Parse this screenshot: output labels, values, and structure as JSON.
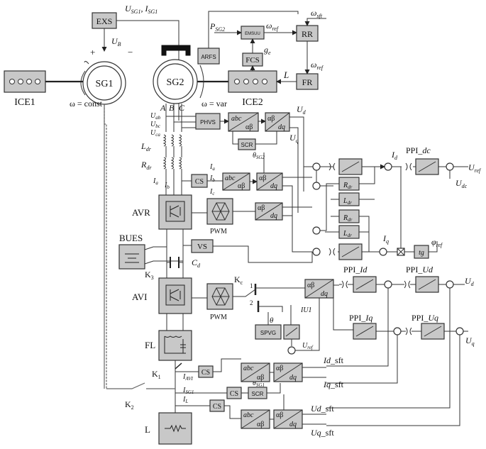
{
  "title_label": "U_SG1, I_SG1",
  "labels": {
    "usg1": "U",
    "usg1_sub": "SG1",
    "isg1": "I",
    "isg1_sub": "SG1",
    "exs": "EXS",
    "ub": "U",
    "ub_sub": "B",
    "plus": "+",
    "minus": "−",
    "sg1": "SG1",
    "sg2": "SG2",
    "ice1": "ICE1",
    "ice2": "ICE2",
    "omega_const": "ω = const",
    "omega_var": "ω = var",
    "psg2": "P",
    "psg2_sub": "SG2",
    "emsuu": "EMSUU",
    "omega_ref1": "ω",
    "omega_ref1_sub": "ref",
    "omega_sft": "ω",
    "omega_sft_sub": "sft",
    "rr": "RR",
    "fr": "FR",
    "omega_ref2": "ω",
    "omega_ref2_sub": "ref",
    "fcs": "FCS",
    "ge": "g",
    "ge_sub": "e",
    "arfs": "ARFS",
    "L_label": "L",
    "phvs": "PHVS",
    "scr_top": "SCR",
    "cs_mid": "CS",
    "abc_ab": "abc",
    "alpha_beta": "αβ",
    "dq": "dq",
    "ud": "U",
    "ud_sub": "d",
    "uq": "U",
    "uq_sub": "q",
    "theta_sg2": "θ",
    "theta_sg2_sub": "SG2",
    "id": "I",
    "id_sub": "d",
    "iq": "I",
    "iq_sub": "q",
    "ppi_dc": "PPI_",
    "ppi_dc_italic": "dc",
    "uref": "U",
    "uref_sub": "ref",
    "udc": "U",
    "udc_sub": "dc",
    "rdr": "R",
    "rdr_sub": "dr",
    "ldr": "L",
    "ldr_sub": "dr",
    "phi_ref": "φ",
    "phi_ref_sub": "ref",
    "tg": "tg",
    "A": "A",
    "B": "B",
    "C": "C",
    "uab": "U",
    "uab_sub": "ab",
    "ubc": "U",
    "ubc_sub": "bc",
    "uca": "U",
    "uca_sub": "ca",
    "Ldr_side": "L",
    "Ldr_side_sub": "dr",
    "Rdr_side": "R",
    "Rdr_side_sub": "dr",
    "ia": "I",
    "ia_sub": "a",
    "ib": "I",
    "ib_sub": "b",
    "ic": "I",
    "ic_sub": "c",
    "avr": "AVR",
    "pwm1": "PWM",
    "bues": "BUES",
    "vs": "VS",
    "k3": "K",
    "k3_sub": "3",
    "cd": "C",
    "cd_sub": "d",
    "kc": "K",
    "kc_sub": "c",
    "avi": "AVI",
    "pwm2": "PWM",
    "one": "1",
    "two": "2",
    "theta": "θ",
    "iu1": "IU1",
    "spvg": "SPVG",
    "uref2": "U",
    "uref2_sub": "ref",
    "ppi_id": "PPI_",
    "ppi_id_it": "Id",
    "ppi_ud": "PPI_",
    "ppi_ud_it": "Ud",
    "ppi_iq": "PPI_",
    "ppi_iq_it": "Iq",
    "ppi_uq": "PPI_",
    "ppi_uq_it": "Uq",
    "ud2": "U",
    "ud2_sub": "d",
    "uq2": "U",
    "uq2_sub": "q",
    "fl": "FL",
    "k1": "K",
    "k1_sub": "1",
    "k2": "K",
    "k2_sub": "2",
    "iavi": "I",
    "iavi_sub": "AVI",
    "isg1b": "I",
    "isg1b_sub": "SG1",
    "il": "I",
    "il_sub": "L",
    "cs": "CS",
    "scr": "SCR",
    "theta_sg1": "θ",
    "theta_sg1_sub": "SG1",
    "id_sft": "Id",
    "id_sft_tail": "_sft",
    "iq_sft": "Iq",
    "iq_sft_tail": "_sft",
    "ud_sft": "Ud",
    "ud_sft_tail": "_sft",
    "uq_sft": "Uq",
    "uq_sft_tail": "_sft",
    "load": "L"
  }
}
